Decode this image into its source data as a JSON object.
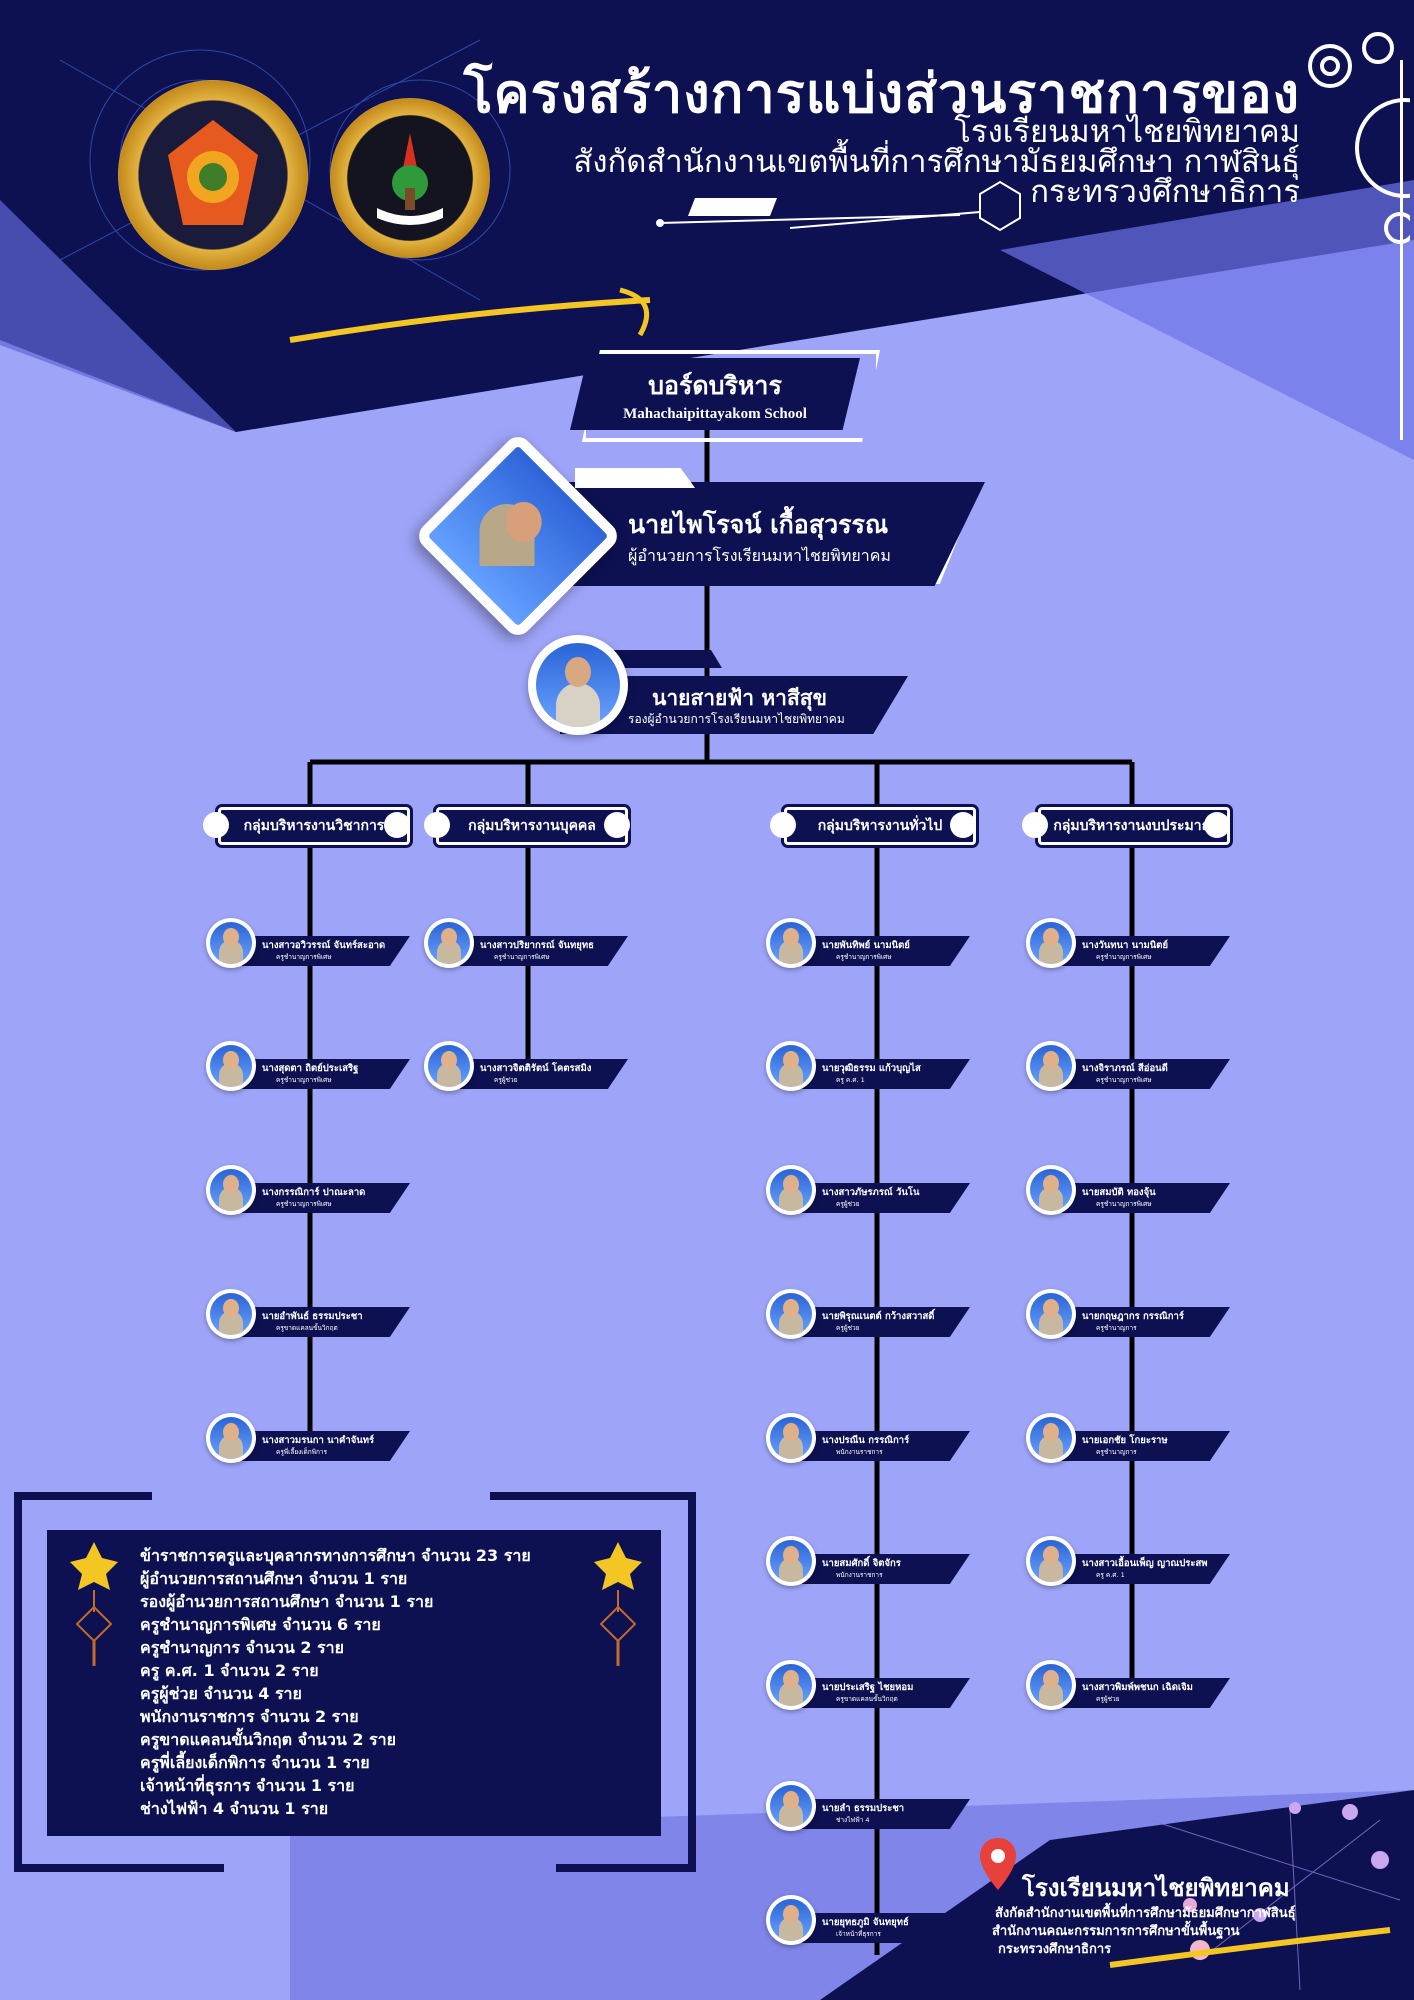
{
  "header": {
    "title": "โครงสร้างการแบ่งส่วนราชการของ",
    "school": "โรงเรียนมหาไชยพิทยาคม",
    "office": "สังกัดสำนักงานเขตพื้นที่การศึกษามัธยมศึกษา กาฬสินธุ์",
    "ministry": "กระทรวงศึกษาธิการ"
  },
  "board": {
    "title": "บอร์ดบริหาร",
    "subtitle": "Mahachaipittayakom School"
  },
  "director": {
    "name": "นายไพโรจน์  เกื้อสุวรรณ",
    "role": "ผู้อำนวยการโรงเรียนมหาไชยพิทยาคม"
  },
  "deputy": {
    "name": "นายสายฟ้า หาสีสุข",
    "role": "รองผู้อำนวยการโรงเรียนมหาไชยพิทยาคม"
  },
  "groups": [
    {
      "label": "กลุ่มบริหารงานวิชาการ",
      "members": [
        {
          "name": "นางสาวอวิวรรณ์  จันทร์สะอาด",
          "role": "ครูชำนาญการพิเศษ"
        },
        {
          "name": "นางสุดตา ถิตย์ประเสริฐ",
          "role": "ครูชำนาญการพิเศษ"
        },
        {
          "name": "นางกรรณิการ์ ปาณะลาด",
          "role": "ครูชำนาญการพิเศษ"
        },
        {
          "name": "นายอำพันธ์ ธรรมประชา",
          "role": "ครูขาดแคลนขั้นวิกฤต"
        },
        {
          "name": "นางสาวมรนกา นาคำจันทร์",
          "role": "ครูพี่เลี้ยงเด็กพิการ"
        }
      ]
    },
    {
      "label": "กลุ่มบริหารงานบุคคล",
      "members": [
        {
          "name": "นางสาวปริยากรณ์  จันทยุทธ",
          "role": "ครูชำนาญการพิเศษ"
        },
        {
          "name": "นางสาวจิตติรัตน์ โคตรสมิง",
          "role": "ครูผู้ช่วย"
        }
      ]
    },
    {
      "label": "กลุ่มบริหารงานทั่วไป",
      "members": [
        {
          "name": "นายพันทิพย์ นามนิตย์",
          "role": "ครูชำนาญการพิเศษ"
        },
        {
          "name": "นายวุฒิธรรม แก้วบุญไส",
          "role": "ครู ค.ศ. 1"
        },
        {
          "name": "นางสาวภัษรภรณ์ วันโน",
          "role": "ครูผู้ช่วย"
        },
        {
          "name": "นายพิรุณเนตต์ กว้างสวาสดิ์",
          "role": "ครูผู้ช่วย"
        },
        {
          "name": "นางปรณีน กรรณิการ์",
          "role": "พนักงานราชการ"
        },
        {
          "name": "นายสมศักดิ์ จิตจักร",
          "role": "พนักงานราชการ"
        },
        {
          "name": "นายประเสริฐ ไชยหอม",
          "role": "ครูขาดแคลนขั้นวิกฤต"
        },
        {
          "name": "นายลำ  ธรรมประชา",
          "role": "ช่างไฟฟ้า 4"
        },
        {
          "name": "นายยุทธภูมิ  จันทยุทธ์",
          "role": "เจ้าหน้าที่ธุรการ"
        }
      ]
    },
    {
      "label": "กลุ่มบริหารงานงบประมาณ",
      "members": [
        {
          "name": "นางวันทนา  นามนิตย์",
          "role": "ครูชำนาญการพิเศษ"
        },
        {
          "name": "นางจิราภรณ์ สีอ่อนดี",
          "role": "ครูชำนาญการพิเศษ"
        },
        {
          "name": "นายสมบัติ ทองจุ้น",
          "role": "ครูชำนาญการพิเศษ"
        },
        {
          "name": "นายกฤษฎากร กรรณิการ์",
          "role": "ครูชำนาญการ"
        },
        {
          "name": "นายเอกชัย โกยะราษ",
          "role": "ครูชำนาญการ"
        },
        {
          "name": "นางสาวเอื้อนเพ็ญ ญาณประสพ",
          "role": "ครู ค.ศ. 1"
        },
        {
          "name": "นางสาวพิมพ์พชนก เฉิดเจิม",
          "role": "ครูผู้ช่วย"
        }
      ]
    }
  ],
  "summary": [
    "ข้าราชการครูและบุคลากรทางการศึกษา จำนวน 23 ราย",
    "ผู้อำนวยการสถานศึกษา จำนวน 1 ราย",
    "รองผู้อำนวยการสถานศึกษา จำนวน 1 ราย",
    "ครูชำนาญการพิเศษ จำนวน 6 ราย",
    "ครูชำนาญการ จำนวน 2 ราย",
    "ครู ค.ศ. 1 จำนวน 2 ราย",
    "ครูผู้ช่วย จำนวน 4 ราย",
    "พนักงานราชการ จำนวน 2 ราย",
    "ครูขาดแคลนขั้นวิกฤต จำนวน 2 ราย",
    "ครูพี่เลี้ยงเด็กพิการ จำนวน 1 ราย",
    "เจ้าหน้าที่ธุรการ จำนวน 1 ราย",
    "ช่างไฟฟ้า 4 จำนวน 1 ราย"
  ],
  "footer": {
    "school": "โรงเรียนมหาไชยพิทยาคม",
    "office": "สังกัดสำนักงานเขตพื้นที่การศึกษามัธยมศึกษากาฬสินธุ์",
    "commission": "สำนักงานคณะกรรมการการศึกษาขั้นพื้นฐาน",
    "ministry": "กระทรวงศึกษาธิการ"
  },
  "colors": {
    "background": "#9ea4f8",
    "navy": "#0d1152",
    "accent_yellow": "#f3c623",
    "pin_red": "#e8403a"
  },
  "icons": [
    "school-seal-icon",
    "pep-emblem-icon",
    "gear-icon",
    "location-pin-icon",
    "ornament-icon"
  ]
}
